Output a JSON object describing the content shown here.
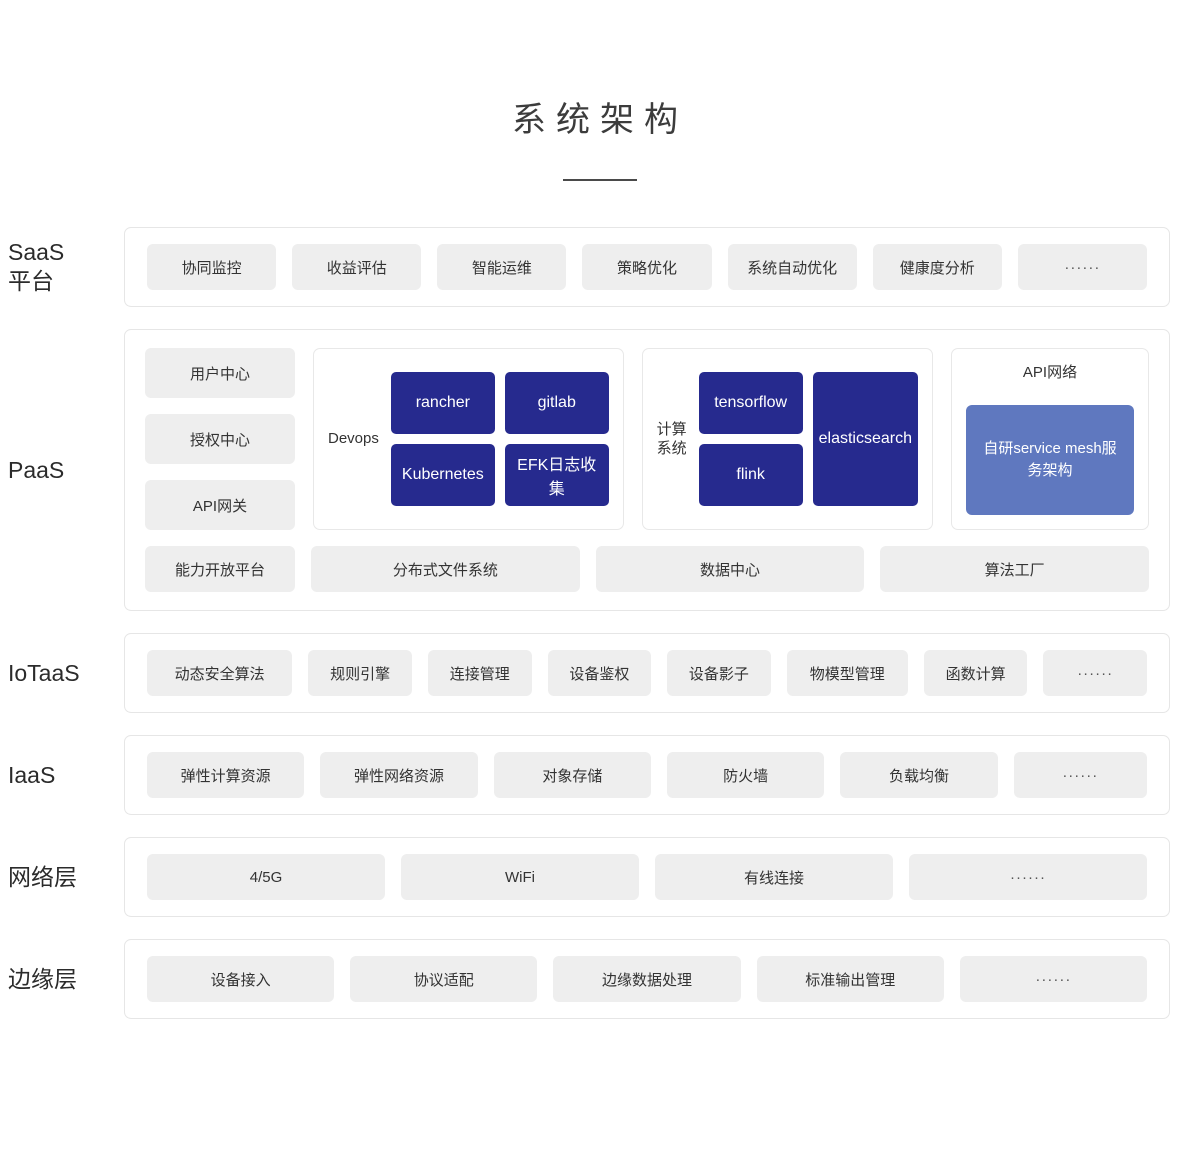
{
  "header": {
    "title": "系统架构"
  },
  "colors": {
    "chip_bg": "#eeeeee",
    "box_border": "#e6e6e6",
    "navy": "#262a8e",
    "light_blue": "#5f78bf",
    "text": "#333333"
  },
  "layers": [
    {
      "id": "saas",
      "label": "SaaS\n平台",
      "items": [
        "协同监控",
        "收益评估",
        "智能运维",
        "策略优化",
        "系统自动优化",
        "健康度分析",
        "······"
      ]
    },
    {
      "id": "paas",
      "label": "PaaS",
      "left_column": [
        "用户中心",
        "授权中心",
        "API网关"
      ],
      "groups": [
        {
          "id": "devops",
          "label": "Devops",
          "boxes_col1": [
            "rancher",
            "Kubernetes"
          ],
          "boxes_col2": [
            "gitlab",
            "EFK日志收集"
          ]
        },
        {
          "id": "compute",
          "label": "计算\n系统",
          "boxes_col1": [
            "tensorflow",
            "flink"
          ],
          "boxes_col2": [
            "elasticsearch"
          ]
        },
        {
          "id": "api-network",
          "label": "API网络",
          "highlight": "自研service mesh服务架构"
        }
      ],
      "bottom_items": [
        "能力开放平台",
        "分布式文件系统",
        "数据中心",
        "算法工厂"
      ]
    },
    {
      "id": "iotaas",
      "label": "IoTaaS",
      "items": [
        "动态安全算法",
        "规则引擎",
        "连接管理",
        "设备鉴权",
        "设备影子",
        "物模型管理",
        "函数计算",
        "······"
      ]
    },
    {
      "id": "iaas",
      "label": "IaaS",
      "items": [
        "弹性计算资源",
        "弹性网络资源",
        "对象存储",
        "防火墙",
        "负载均衡",
        "······"
      ]
    },
    {
      "id": "network",
      "label": "网络层",
      "items": [
        "4/5G",
        "WiFi",
        "有线连接",
        "······"
      ]
    },
    {
      "id": "edge",
      "label": "边缘层",
      "items": [
        "设备接入",
        "协议适配",
        "边缘数据处理",
        "标准输出管理",
        "······"
      ]
    }
  ]
}
